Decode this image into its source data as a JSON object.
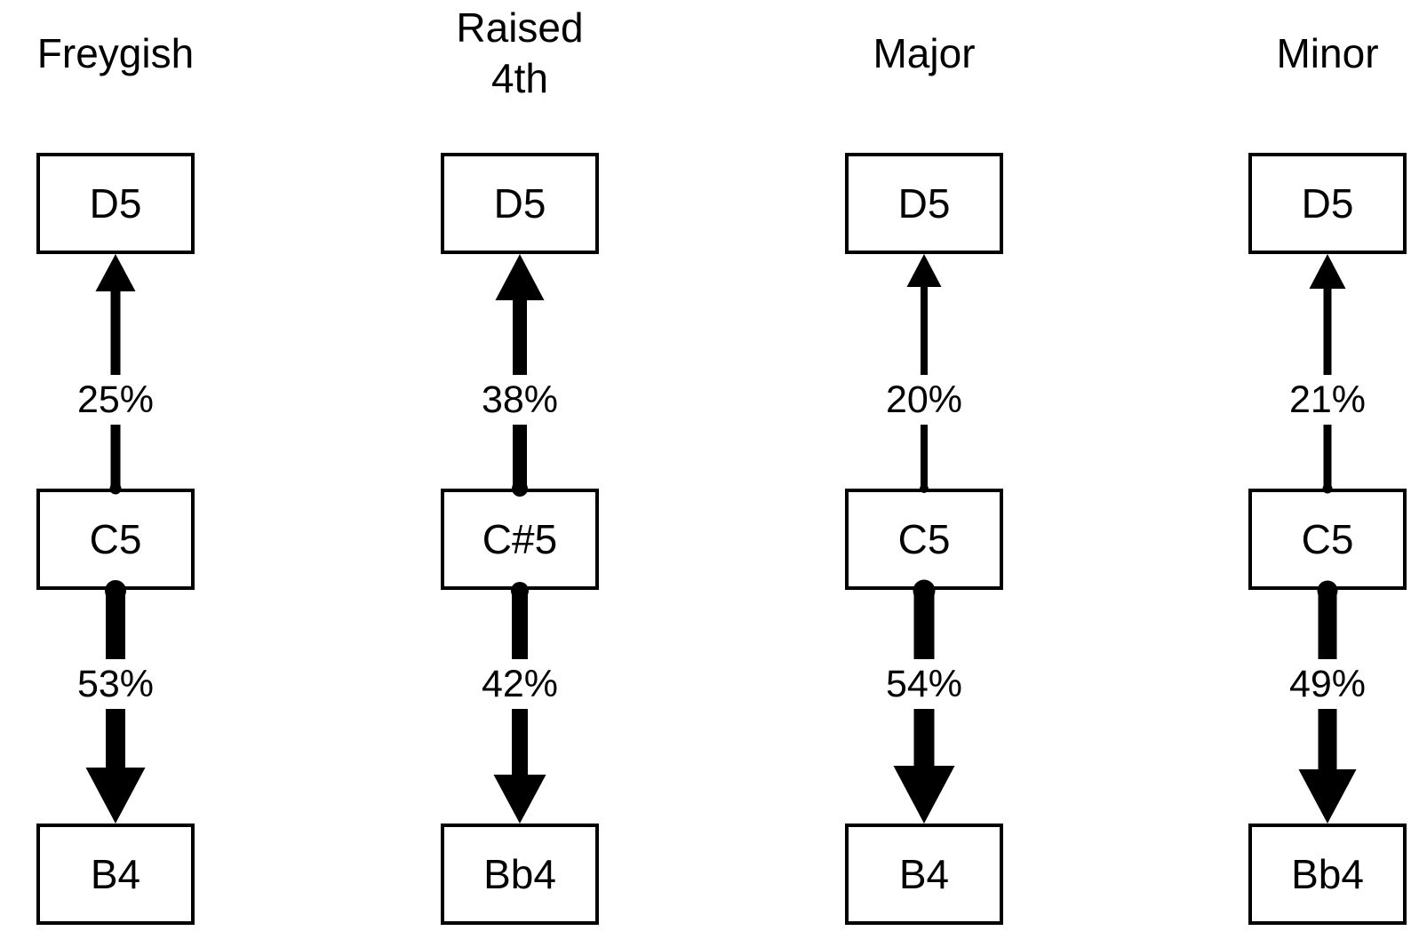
{
  "figure": {
    "background": "#ffffff",
    "ink": "#000000",
    "columns": [
      {
        "title": "Freygish",
        "notes": {
          "top": "D5",
          "middle": "C5",
          "bottom": "B4"
        },
        "transitions": {
          "up": {
            "label": "25%",
            "percent": 25,
            "from": "C5",
            "to": "D5"
          },
          "down": {
            "label": "53%",
            "percent": 53,
            "from": "C5",
            "to": "B4"
          }
        }
      },
      {
        "title": "Raised\n4th",
        "notes": {
          "top": "D5",
          "middle": "C#5",
          "bottom": "Bb4"
        },
        "transitions": {
          "up": {
            "label": "38%",
            "percent": 38,
            "from": "C#5",
            "to": "D5"
          },
          "down": {
            "label": "42%",
            "percent": 42,
            "from": "C#5",
            "to": "Bb4"
          }
        }
      },
      {
        "title": "Major",
        "notes": {
          "top": "D5",
          "middle": "C5",
          "bottom": "B4"
        },
        "transitions": {
          "up": {
            "label": "20%",
            "percent": 20,
            "from": "C5",
            "to": "D5"
          },
          "down": {
            "label": "54%",
            "percent": 54,
            "from": "C5",
            "to": "B4"
          }
        }
      },
      {
        "title": "Minor",
        "notes": {
          "top": "D5",
          "middle": "C5",
          "bottom": "Bb4"
        },
        "transitions": {
          "up": {
            "label": "21%",
            "percent": 21,
            "from": "C5",
            "to": "D5"
          },
          "down": {
            "label": "49%",
            "percent": 49,
            "from": "C5",
            "to": "Bb4"
          }
        }
      }
    ]
  }
}
